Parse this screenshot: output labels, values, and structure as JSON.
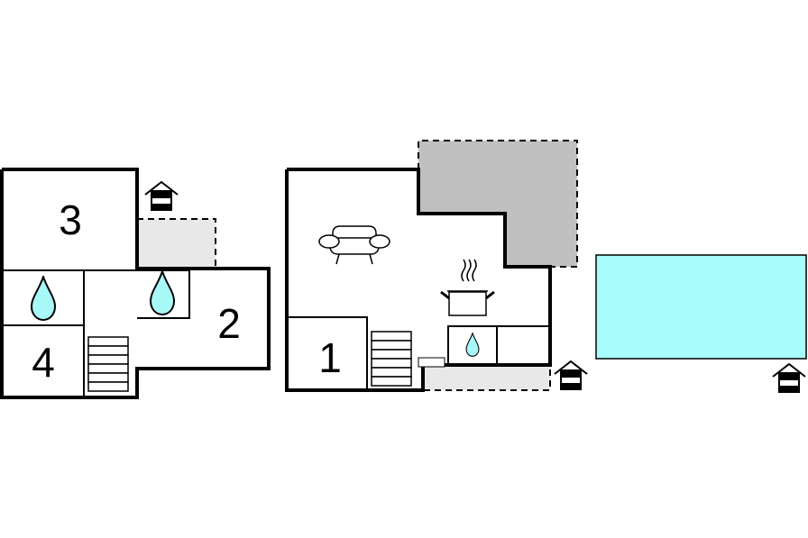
{
  "rooms": [
    {
      "id": "room-3",
      "label": "3"
    },
    {
      "id": "room-2",
      "label": "2"
    },
    {
      "id": "room-4",
      "label": "4"
    },
    {
      "id": "room-1",
      "label": "1"
    }
  ],
  "colors": {
    "water": "#a8f8f8",
    "pool": "#a8fcfc",
    "terrace_dark": "#c0c0c0",
    "terrace_light": "#e8e8e8",
    "wall": "#000000"
  },
  "icons": [
    "bathroom-drop-icon",
    "sofa-icon",
    "cooking-pot-icon",
    "stairs-icon",
    "entrance-house-icon"
  ]
}
